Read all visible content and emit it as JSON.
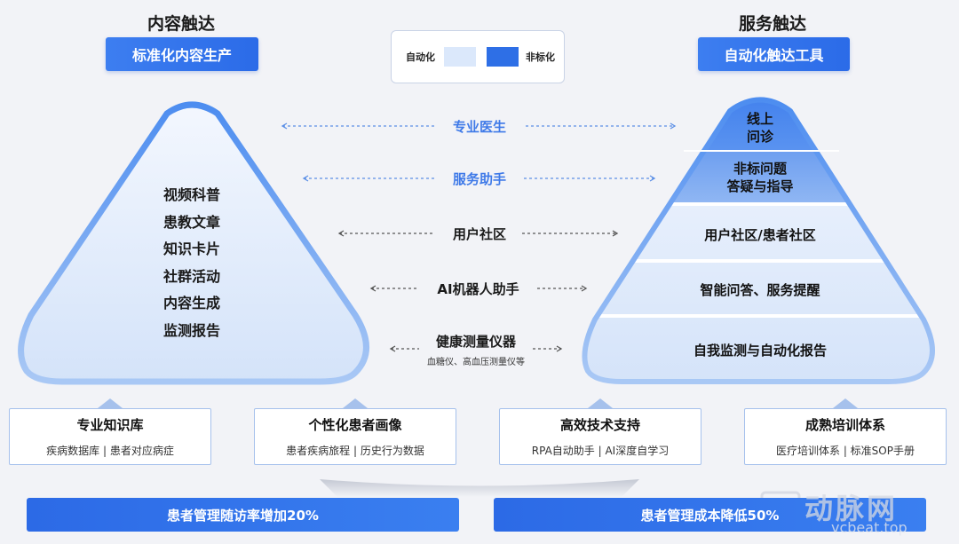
{
  "left": {
    "heading": "内容触达",
    "button": "标准化内容生产",
    "items": [
      "视频科普",
      "患教文章",
      "知识卡片",
      "社群活动",
      "内容生成",
      "监测报告"
    ]
  },
  "right": {
    "heading": "服务触达",
    "button": "自动化触达工具",
    "layers": [
      {
        "label": "线上\n问诊",
        "line1": "线上",
        "line2": "问诊",
        "type": "非标化"
      },
      {
        "label": "非标问题\n答疑与指导",
        "line1": "非标问题",
        "line2": "答疑与指导",
        "type": "非标化"
      },
      {
        "label": "用户社区/患者社区",
        "type": "自动化"
      },
      {
        "label": "智能问答、服务提醒",
        "type": "自动化"
      },
      {
        "label": "自我监测与自动化报告",
        "type": "自动化"
      }
    ]
  },
  "legend": {
    "auto_label": "自动化",
    "non_label": "非标化",
    "auto_color": "#dbe8fb",
    "non_color": "#2e6fe6"
  },
  "middle": [
    {
      "label": "专业医生",
      "highlight": true
    },
    {
      "label": "服务助手",
      "highlight": true
    },
    {
      "label": "用户社区",
      "highlight": false
    },
    {
      "label": "AI机器人助手",
      "highlight": false
    },
    {
      "label": "健康测量仪器",
      "sub": "血糖仪、高血压测量仪等",
      "highlight": false
    }
  ],
  "cards": [
    {
      "title": "专业知识库",
      "sub": "疾病数据库 | 患者对应病症"
    },
    {
      "title": "个性化患者画像",
      "sub": "患者疾病旅程 | 历史行为数据"
    },
    {
      "title": "高效技术支持",
      "sub": "RPA自动助手 | AI深度自学习"
    },
    {
      "title": "成熟培训体系",
      "sub": "医疗培训体系 | 标准SOP手册"
    }
  ],
  "bottom": {
    "left": "患者管理随访率增加20%",
    "right": "患者管理成本降低50%"
  },
  "watermark": {
    "cn": "动脉网",
    "en": "vcbeat.top"
  },
  "colors": {
    "accent": "#2e6fe6",
    "highlight_text": "#3f7ae8",
    "background": "#f2f3f7"
  }
}
